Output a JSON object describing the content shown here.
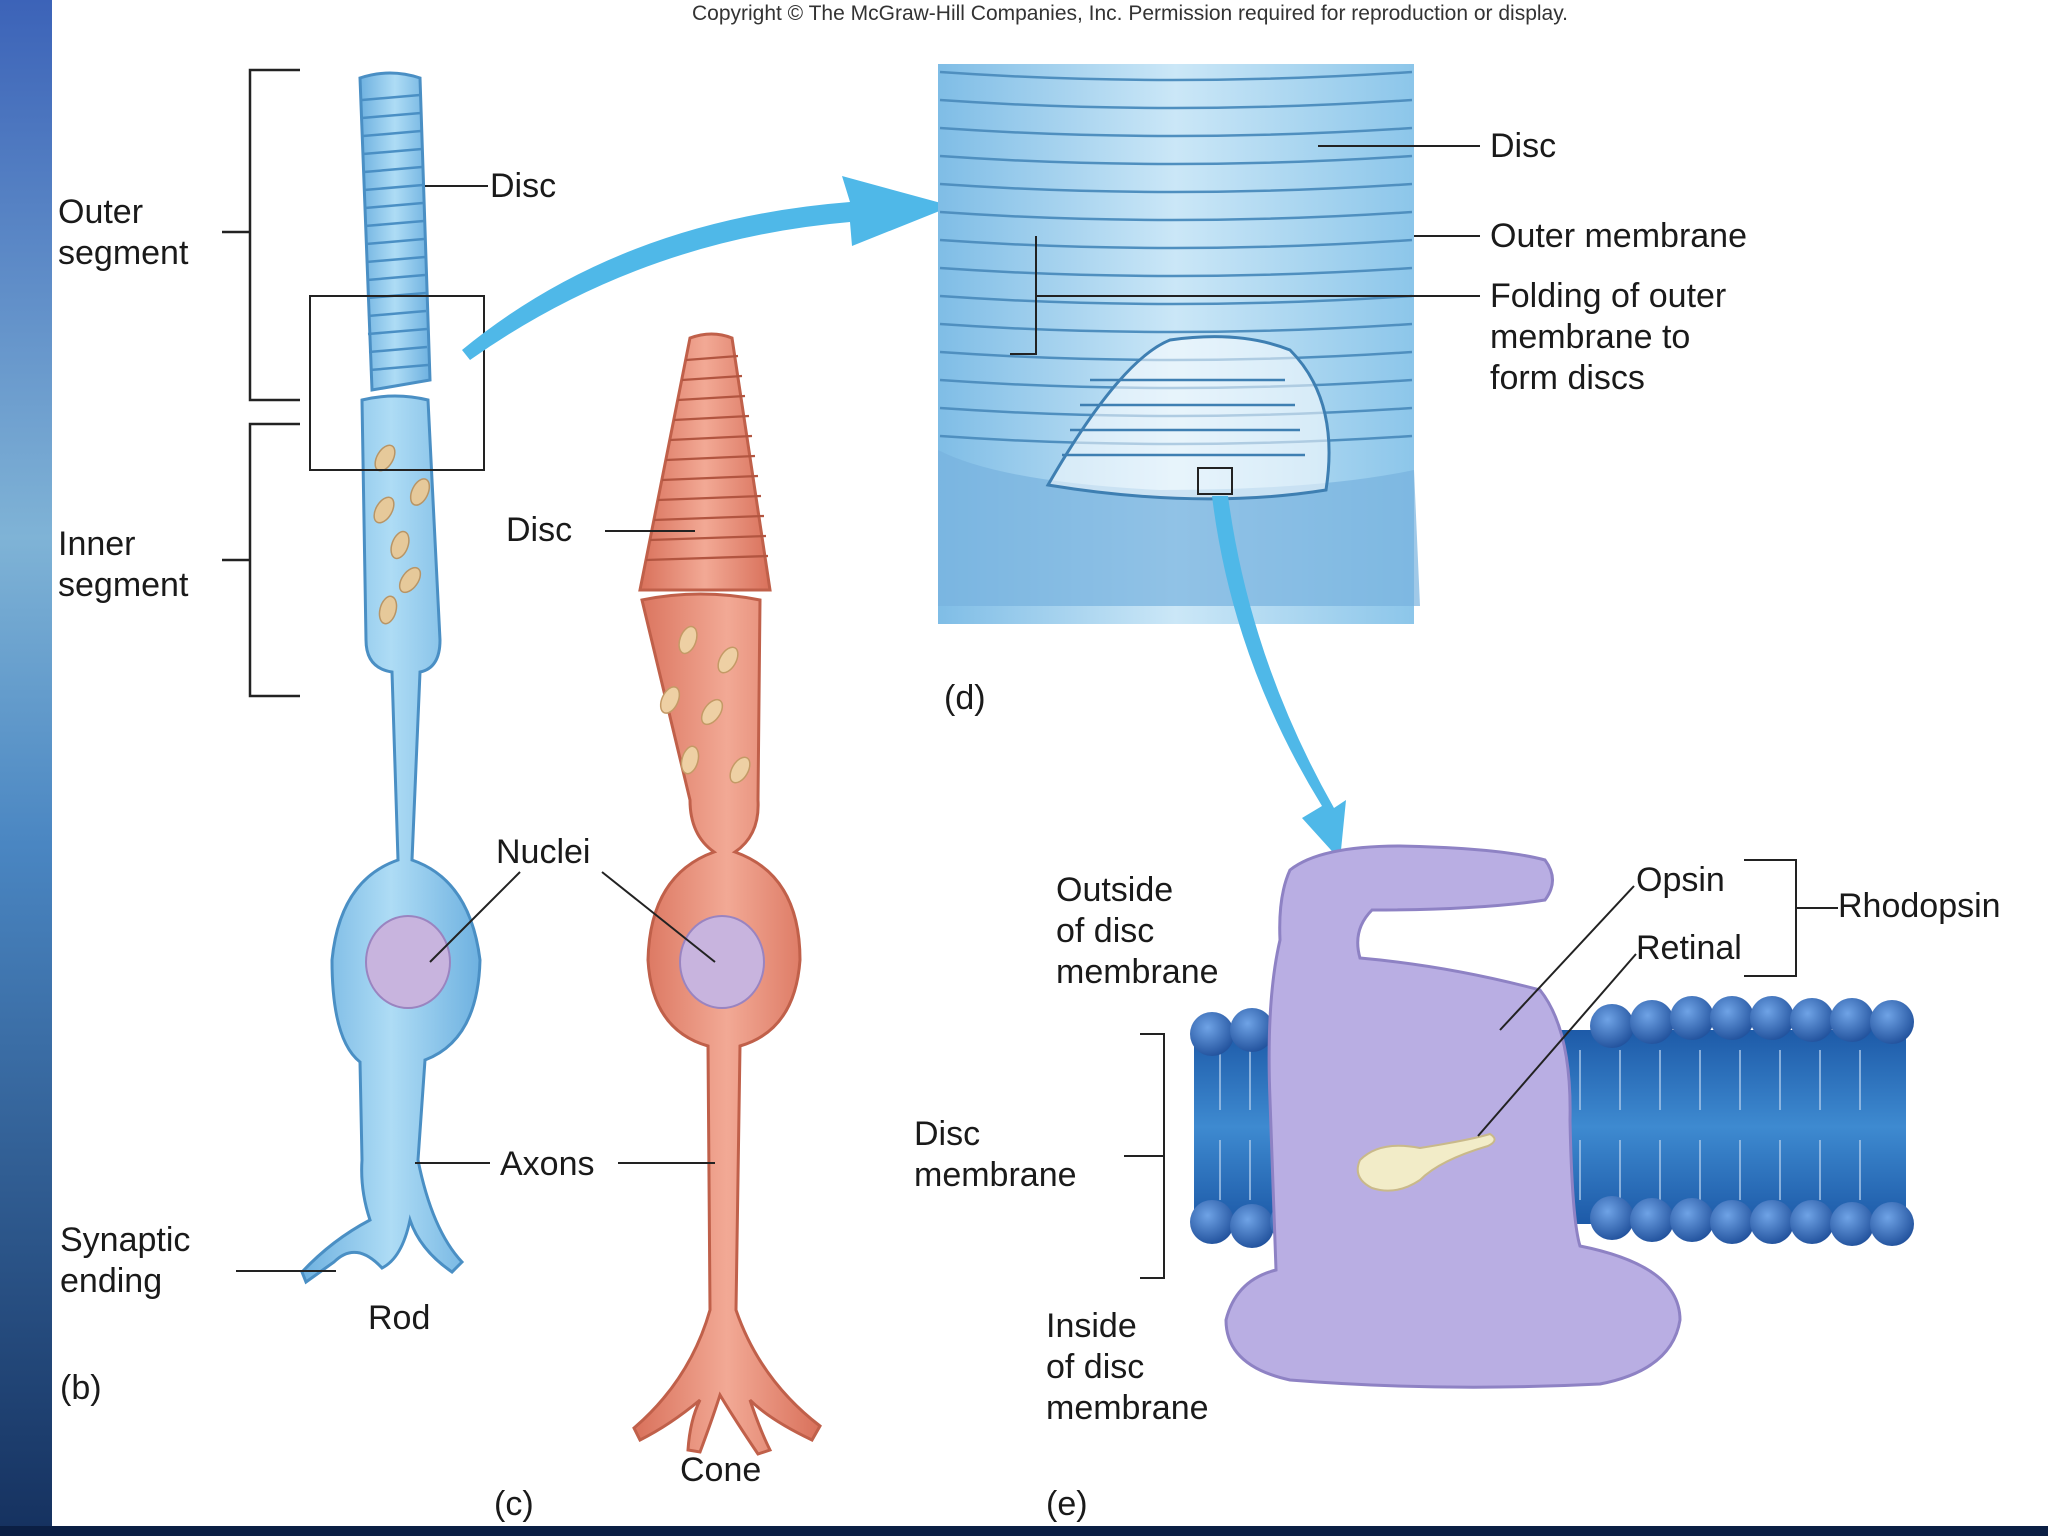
{
  "copyright": "Copyright © The McGraw-Hill Companies, Inc. Permission required for reproduction or display.",
  "panel_b": {
    "outer_segment": [
      "Outer",
      "segment"
    ],
    "inner_segment": [
      "Inner",
      "segment"
    ],
    "synaptic_ending": [
      "Synaptic",
      "ending"
    ],
    "label": "(b)"
  },
  "panel_c": {
    "disc_rod": "Disc",
    "disc_cone": "Disc",
    "nuclei": "Nuclei",
    "axons": "Axons",
    "rod": "Rod",
    "cone": "Cone",
    "label": "(c)"
  },
  "panel_d": {
    "disc": "Disc",
    "outer_membrane": "Outer membrane",
    "folding": [
      "Folding of outer",
      "membrane to",
      "form discs"
    ],
    "label": "(d)"
  },
  "panel_e": {
    "outside": [
      "Outside",
      "of disc",
      "membrane"
    ],
    "disc_membrane": [
      "Disc",
      "membrane"
    ],
    "inside": [
      "Inside",
      "of disc",
      "membrane"
    ],
    "opsin": "Opsin",
    "retinal": "Retinal",
    "rhodopsin": "Rhodopsin",
    "label": "(e)"
  },
  "colors": {
    "background_left": "#2a5fa8",
    "panel": "#ffffff",
    "rod": "#8ec8ea",
    "cone": "#e88a74",
    "membrane": "#2a6fc0",
    "protein": "#b6a9e0",
    "arrow": "#4fb8e8"
  }
}
